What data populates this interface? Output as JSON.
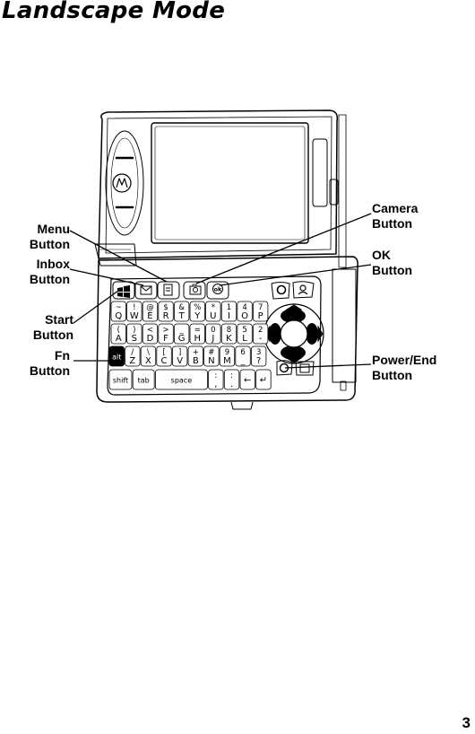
{
  "page": {
    "heading": "Landscape Mode",
    "page_number": "3"
  },
  "callouts": {
    "menu_button": [
      "Menu",
      "Button"
    ],
    "inbox_button": [
      "Inbox",
      "Button"
    ],
    "start_button": [
      "Start",
      "Button"
    ],
    "fn_button": [
      "Fn",
      "Button"
    ],
    "camera_button": [
      "Camera",
      "Button"
    ],
    "ok_button": [
      "OK",
      "Button"
    ],
    "power_end_button": [
      "Power/End",
      "Button"
    ]
  },
  "device": {
    "brand_logo": "motorola-batwing-logo",
    "top_keys": [
      "start-icon",
      "envelope-icon",
      "menu-icon",
      "camera-icon",
      "ok-icon",
      "send-icon",
      "contacts-icon"
    ],
    "keyboard_rows": [
      [
        {
          "top": "~",
          "bottom": "Q"
        },
        {
          "top": "!",
          "bottom": "W"
        },
        {
          "top": "@",
          "bottom": "E"
        },
        {
          "top": "$",
          "bottom": "R"
        },
        {
          "top": "&",
          "bottom": "T"
        },
        {
          "top": "%",
          "bottom": "Y"
        },
        {
          "top": "*",
          "bottom": "U"
        },
        {
          "top": "1",
          "bottom": "I"
        },
        {
          "top": "4",
          "bottom": "O"
        },
        {
          "top": "7",
          "bottom": "P"
        }
      ],
      [
        {
          "top": "(",
          "bottom": "A"
        },
        {
          "top": ")",
          "bottom": "S"
        },
        {
          "top": "<",
          "bottom": "D"
        },
        {
          "top": ">",
          "bottom": "F"
        },
        {
          "top": "_",
          "bottom": "G"
        },
        {
          "top": "=",
          "bottom": "H"
        },
        {
          "top": "0",
          "bottom": "J"
        },
        {
          "top": "8",
          "bottom": "K"
        },
        {
          "top": "5",
          "bottom": "L"
        },
        {
          "top": "2",
          "bottom": "-"
        }
      ],
      [
        {
          "top": "",
          "bottom": "alt"
        },
        {
          "top": "/",
          "bottom": "Z"
        },
        {
          "top": "\\",
          "bottom": "X"
        },
        {
          "top": "[",
          "bottom": "C"
        },
        {
          "top": "]",
          "bottom": "V"
        },
        {
          "top": "+",
          "bottom": "B"
        },
        {
          "top": "#",
          "bottom": "N"
        },
        {
          "top": "9",
          "bottom": "M"
        },
        {
          "top": "6",
          "bottom": "_"
        },
        {
          "top": "3",
          "bottom": "?"
        }
      ],
      [
        {
          "top": "",
          "bottom": "shift"
        },
        {
          "top": "",
          "bottom": "tab"
        },
        {
          "top": "",
          "bottom": "space"
        },
        {
          "top": ":",
          "bottom": ","
        },
        {
          "top": ":",
          "bottom": "."
        },
        {
          "top": "",
          "bottom": "←"
        },
        {
          "top": "",
          "bottom": "↵"
        }
      ]
    ]
  }
}
